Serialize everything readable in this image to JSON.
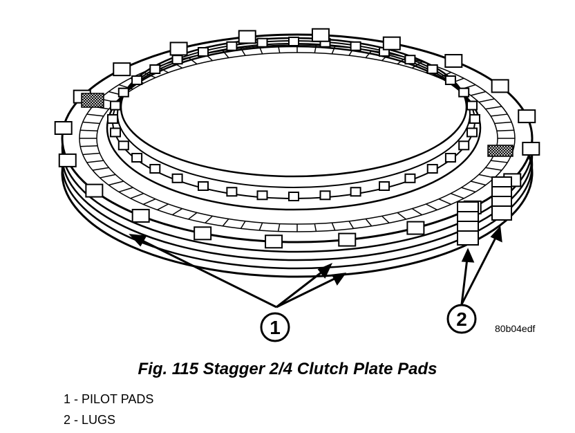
{
  "figure": {
    "image_code": "80b04edf",
    "caption": "Fig. 115 Stagger 2/4 Clutch Plate Pads",
    "callouts": [
      "1",
      "2"
    ],
    "legend": [
      {
        "number": "1",
        "text": "1 - PILOT PADS"
      },
      {
        "number": "2",
        "text": "2 - LUGS"
      }
    ]
  },
  "colors": {
    "ink": "#000000",
    "paper": "#ffffff"
  }
}
